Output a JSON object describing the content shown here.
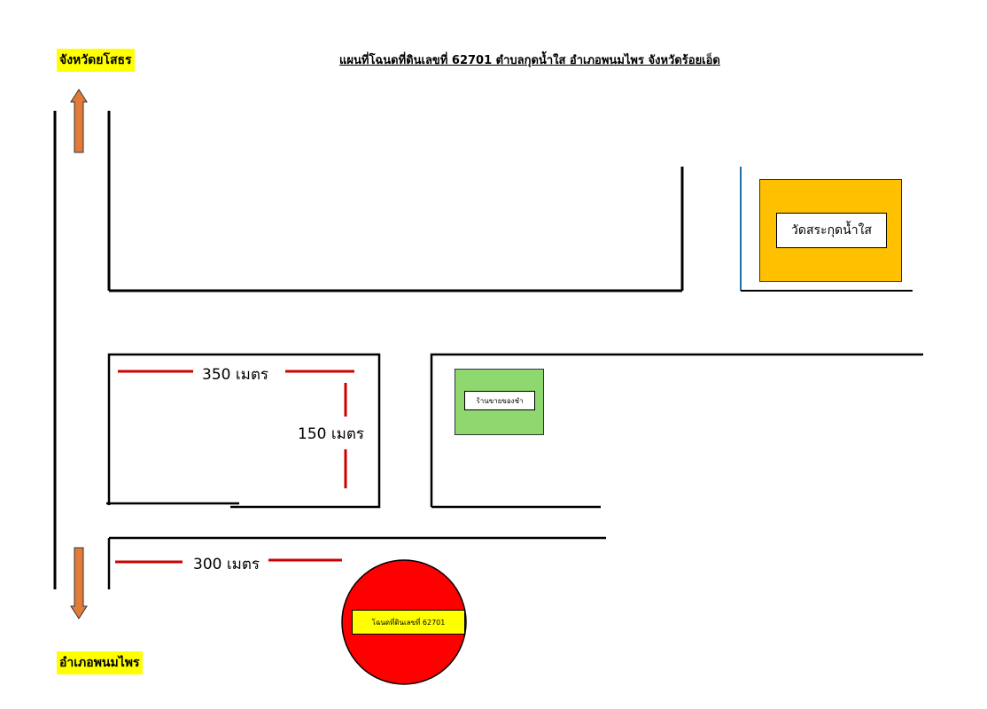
{
  "title": "แผนที่โฉนดที่ดินเลขที่ 62701 ตำบลกุดน้ำใส อำเภอพนมไพร จังหวัดร้อยเอ็ด",
  "direction_labels": {
    "north": "จังหวัดยโสธร",
    "south": "อำเภอพนมไพร"
  },
  "landmarks": {
    "temple": {
      "label": "วัดสระกุดน้ำใส",
      "color": "#ffc000"
    },
    "shop": {
      "label": "ร้านขายของชำ",
      "color": "#8fd86f"
    },
    "plot": {
      "label": "โฉนดที่ดินเลขที่ 62701",
      "color": "#ff0000",
      "label_bg": "#ffff00"
    }
  },
  "distances": {
    "top": "350 เมตร",
    "side": "150 เมตร",
    "bottom": "300 เมตร"
  },
  "colors": {
    "road": "#000000",
    "measure": "#cc0000",
    "arrow": "#e07b39",
    "highlight": "#ffff00",
    "temple_border": "#1f6fa8"
  }
}
